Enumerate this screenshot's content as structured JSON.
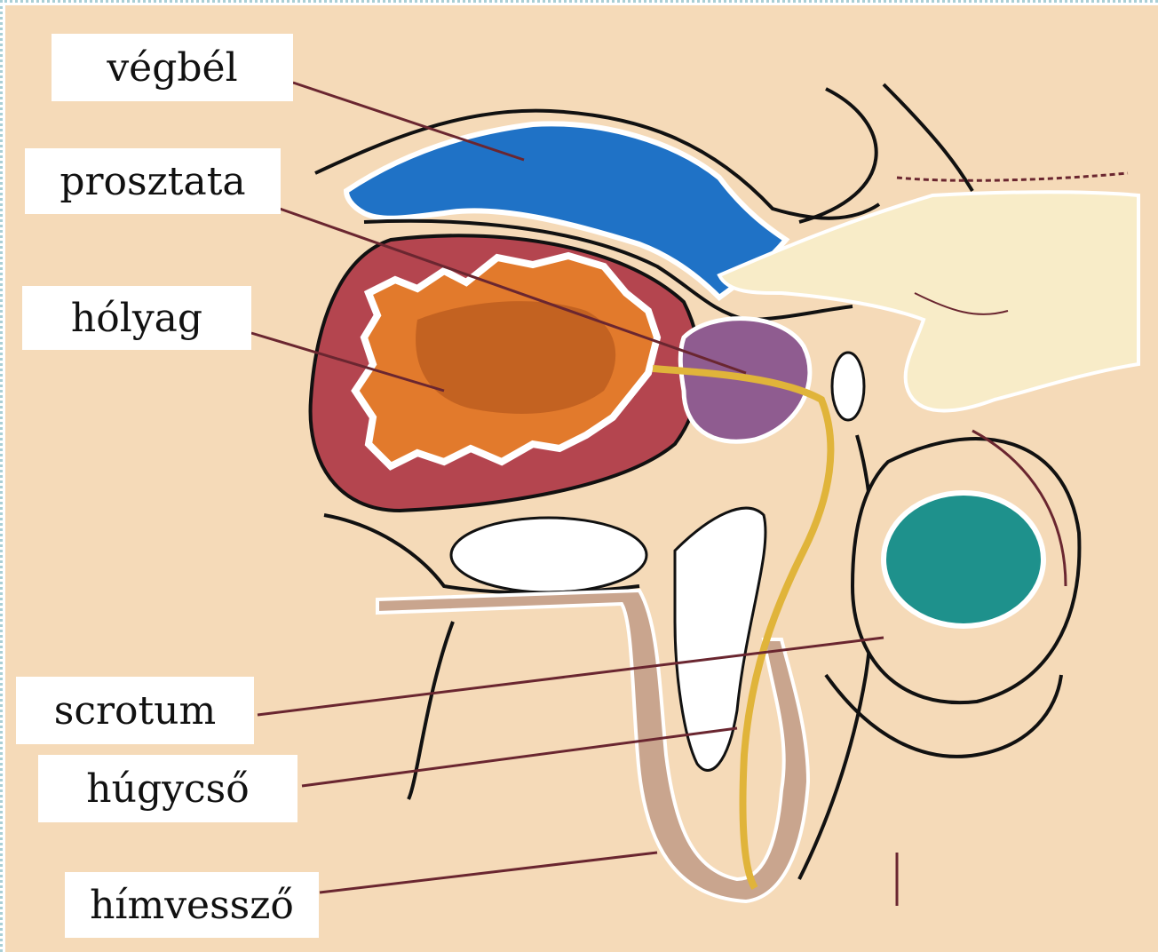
{
  "labels": {
    "rectum": "végbél",
    "prostate": "prosztata",
    "bladder": "hólyag",
    "scrotum": "scrotum",
    "urethra": "húgycső",
    "penis": "hímvessző"
  },
  "colors": {
    "background": "#f5dab8",
    "rectum": "#1f72c6",
    "bladder_wall": "#b4454f",
    "bladder_inner": "#e27a2c",
    "bladder_shade": "#b6581c",
    "prostate": "#8f5c90",
    "urethra": "#e0b43a",
    "penis": "#c9a58e",
    "testis": "#1e918c",
    "finger": "#f8ecc8",
    "outline": "#111111",
    "leader": "#6a2630"
  }
}
